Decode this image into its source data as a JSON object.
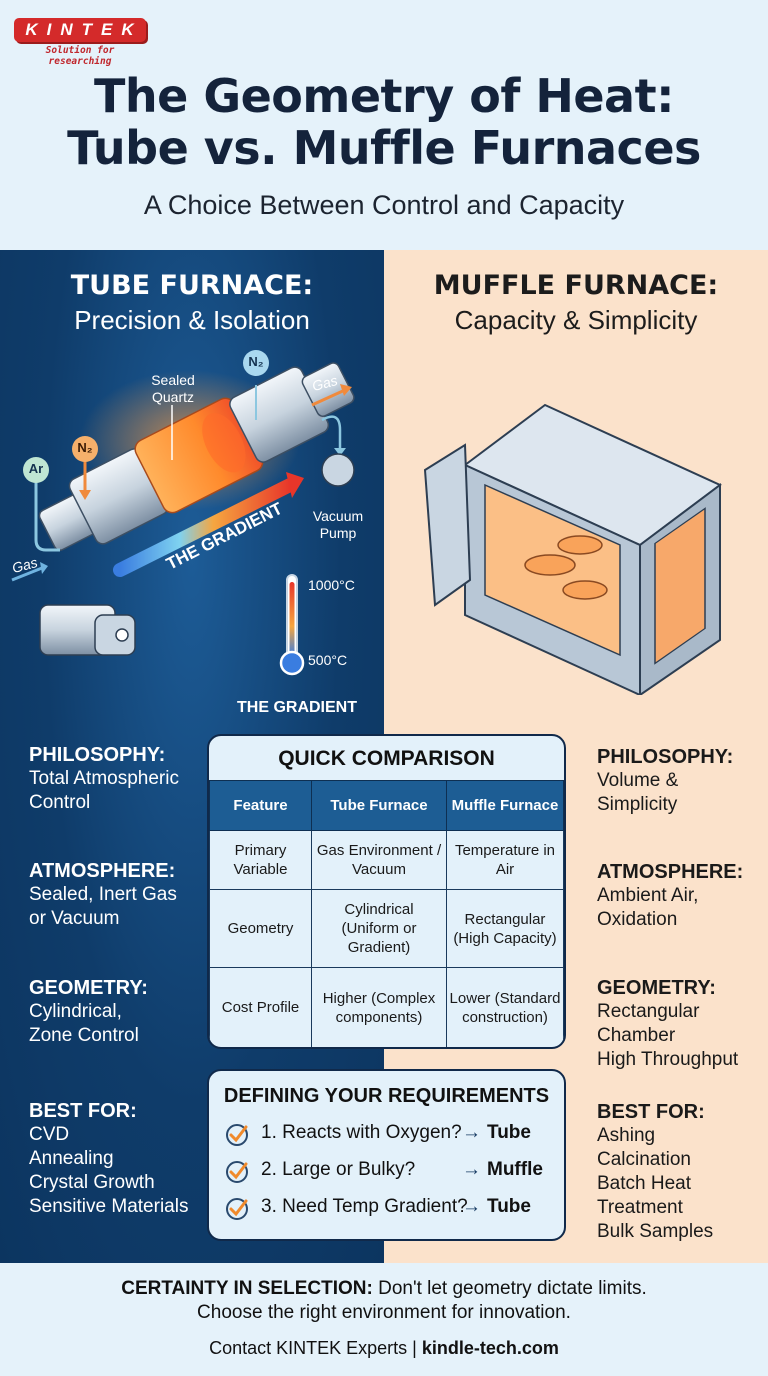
{
  "brand": {
    "name": "KINTEK",
    "tagline": "Solution for researching",
    "color": "#d42a2a"
  },
  "header": {
    "title_line1": "The Geometry of Heat:",
    "title_line2": "Tube vs. Muffle Furnaces",
    "subtitle": "A Choice Between Control and Capacity"
  },
  "tube": {
    "title": "TUBE FURNACE:",
    "subtitle": "Precision & Isolation",
    "bg_color": "#0f3c6a",
    "diagram": {
      "sealed_quartz": "Sealed Quartz",
      "gas_in": "Gas",
      "gas_out": "Gas",
      "ar": "Ar",
      "n2_left": "N₂",
      "n2_top": "N₂",
      "vacuum_pump": "Vacuum Pump",
      "gradient_arrow": "THE GRADIENT",
      "temp_high": "1000°C",
      "temp_low": "500°C",
      "gradient_caption": "THE GRADIENT"
    },
    "features": [
      {
        "heading": "PHILOSOPHY:",
        "lines": [
          "Total Atmospheric",
          "Control"
        ]
      },
      {
        "heading": "ATMOSPHERE:",
        "lines": [
          "Sealed, Inert Gas",
          "or Vacuum"
        ]
      },
      {
        "heading": "GEOMETRY:",
        "lines": [
          "Cylindrical,",
          "Zone Control"
        ]
      },
      {
        "heading": "BEST FOR:",
        "lines": [
          "CVD",
          "Annealing",
          "Crystal Growth",
          "Sensitive Materials"
        ]
      }
    ]
  },
  "muffle": {
    "title": "MUFFLE FURNACE:",
    "subtitle": "Capacity & Simplicity",
    "bg_color": "#fbe2cb",
    "features": [
      {
        "heading": "PHILOSOPHY:",
        "lines": [
          "Volume &",
          "Simplicity"
        ]
      },
      {
        "heading": "ATMOSPHERE:",
        "lines": [
          "Ambient Air,",
          "Oxidation"
        ]
      },
      {
        "heading": "GEOMETRY:",
        "lines": [
          "Rectangular",
          "Chamber",
          "High Throughput"
        ]
      },
      {
        "heading": "BEST FOR:",
        "lines": [
          "Ashing",
          "Calcination",
          "Batch Heat",
          "Treatment",
          "Bulk Samples"
        ]
      }
    ]
  },
  "comparison": {
    "title": "QUICK COMPARISON",
    "headers": [
      "Feature",
      "Tube Furnace",
      "Muffle Furnace"
    ],
    "rows": [
      [
        "Primary Variable",
        "Gas Environment / Vacuum",
        "Temperature in Air"
      ],
      [
        "Geometry",
        "Cylindrical (Uniform or Gradient)",
        "Rectangular (High Capacity)"
      ],
      [
        "Cost Profile",
        "Higher (Complex components)",
        "Lower (Standard construction)"
      ]
    ],
    "header_color": "#1d5d94"
  },
  "requirements": {
    "title": "DEFINING YOUR REQUIREMENTS",
    "items": [
      {
        "question": "1. Reacts with Oxygen?",
        "answer": "Tube"
      },
      {
        "question": "2. Large or Bulky?",
        "answer": "Muffle"
      },
      {
        "question": "3. Need Temp Gradient?",
        "answer": "Tube"
      }
    ],
    "arrow": "→",
    "check_color": "#f08a2c"
  },
  "footer": {
    "bold_lead": "CERTAINTY IN SELECTION:",
    "line1_rest": " Don't let geometry dictate limits.",
    "line2": "Choose the right environment for innovation.",
    "contact": "Contact KINTEK Experts | ",
    "website": "kindle-tech.com"
  }
}
